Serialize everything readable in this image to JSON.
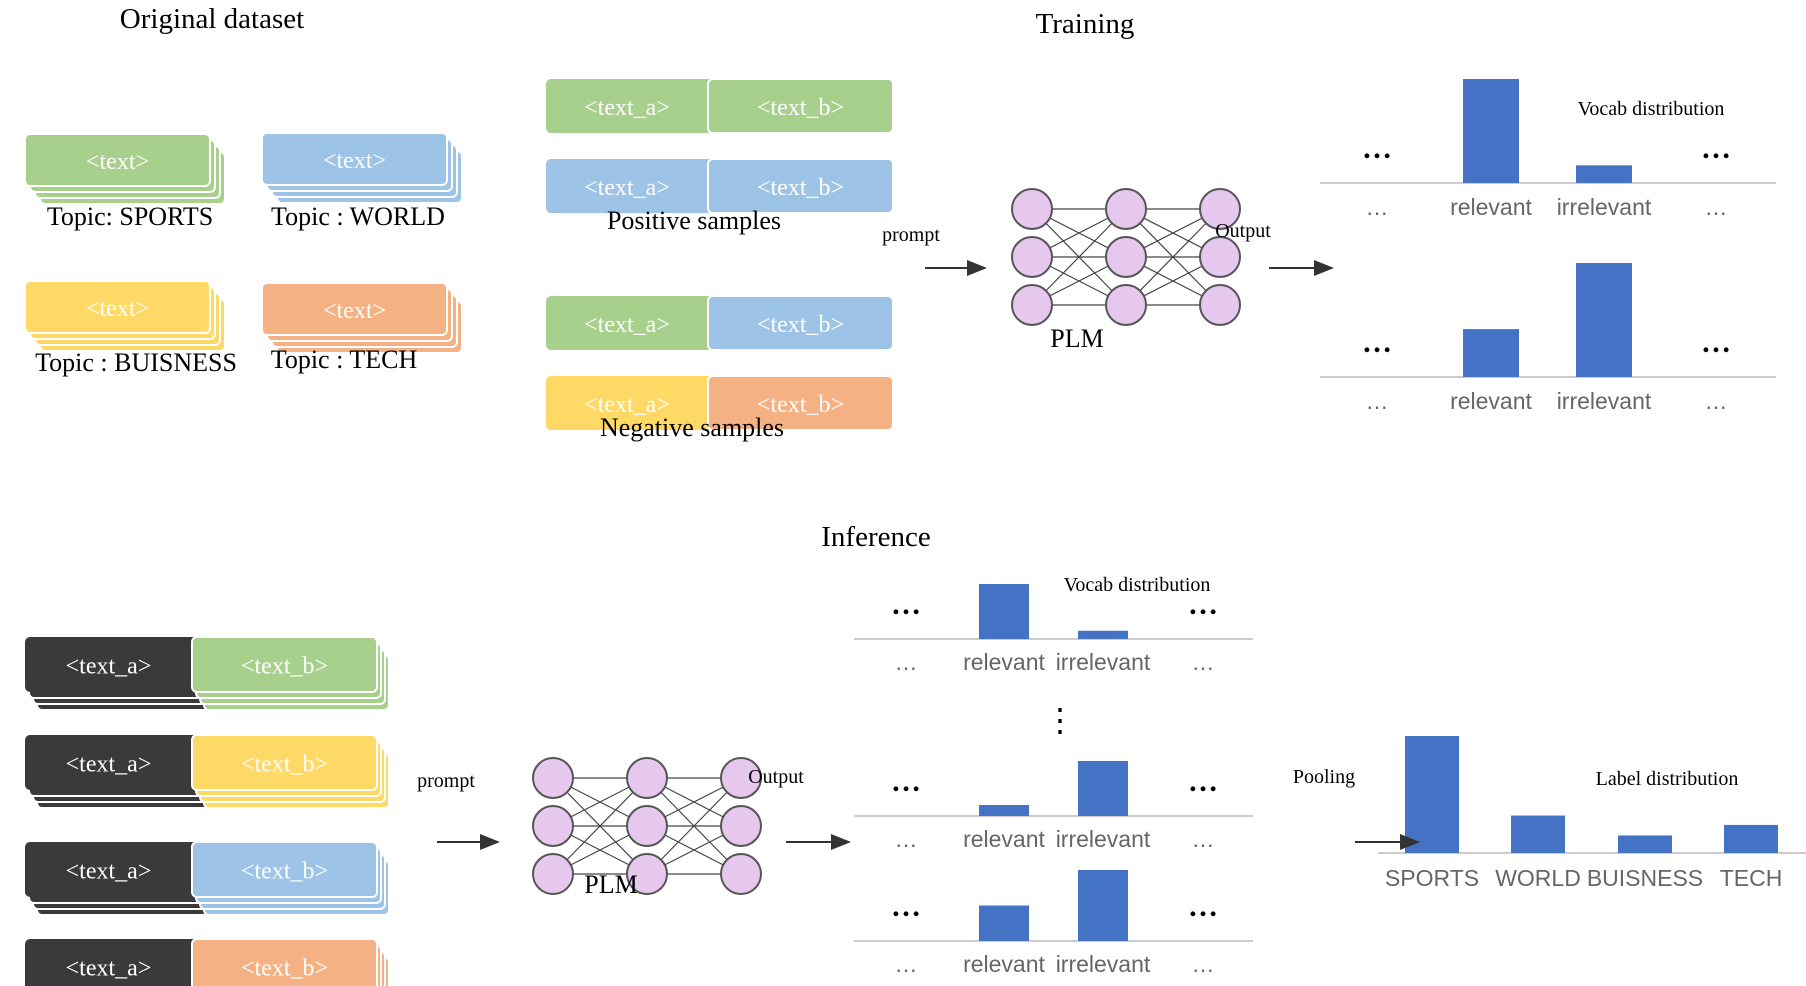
{
  "colors": {
    "green": "#a8d08d",
    "blue": "#9dc3e6",
    "yellow": "#ffd966",
    "orange": "#f4b183",
    "dark": "#3a3a3a",
    "bar": "#4472c4",
    "node_fill": "#e6c8ee",
    "node_stroke": "#555555",
    "axis": "#cccccc",
    "text": "#000000",
    "tick_text": "#666666"
  },
  "sections": {
    "original_title": "Original dataset",
    "training_title": "Training",
    "inference_title": "Inference"
  },
  "original_dataset": {
    "card_label": "<text>",
    "topics": [
      {
        "label": "Topic: SPORTS",
        "color": "green"
      },
      {
        "label": "Topic : WORLD",
        "color": "blue"
      },
      {
        "label": "Topic : BUISNESS",
        "color": "yellow"
      },
      {
        "label": "Topic : TECH",
        "color": "orange"
      }
    ]
  },
  "training": {
    "text_a": "<text_a>",
    "text_b": "<text_b>",
    "positive_label": "Positive samples",
    "negative_label": "Negative samples",
    "positive_pairs": [
      [
        "green",
        "green"
      ],
      [
        "blue",
        "blue"
      ]
    ],
    "negative_pairs": [
      [
        "green",
        "blue"
      ],
      [
        "yellow",
        "orange"
      ]
    ],
    "prompt_label": "prompt",
    "output_label": "Output",
    "plm_label": "PLM",
    "vocab_title": "Vocab distribution",
    "ellipsis": "…",
    "charts": [
      {
        "ticks": [
          "…",
          "relevant",
          "irrelevant",
          "…"
        ],
        "values": {
          "relevant": 1.0,
          "irrelevant": 0.17
        }
      },
      {
        "ticks": [
          "…",
          "relevant",
          "irrelevant",
          "…"
        ],
        "values": {
          "relevant": 0.42,
          "irrelevant": 1.0
        }
      }
    ]
  },
  "inference": {
    "text_a": "<text_a>",
    "text_b": "<text_b>",
    "stack_colors": [
      "green",
      "yellow",
      "blue",
      "orange"
    ],
    "prompt_label": "prompt",
    "output_label": "Output",
    "plm_label": "PLM",
    "vocab_title": "Vocab distribution",
    "pooling_label": "Pooling",
    "ellipsis": "…",
    "vdots": "⋮",
    "charts": [
      {
        "ticks": [
          "…",
          "relevant",
          "irrelevant",
          "…"
        ],
        "values": {
          "relevant": 1.0,
          "irrelevant": 0.15
        }
      },
      {
        "ticks": [
          "…",
          "relevant",
          "irrelevant",
          "…"
        ],
        "values": {
          "relevant": 0.2,
          "irrelevant": 1.0
        }
      },
      {
        "ticks": [
          "…",
          "relevant",
          "irrelevant",
          "…"
        ],
        "values": {
          "relevant": 0.5,
          "irrelevant": 1.0
        }
      }
    ]
  },
  "chart_data": {
    "type": "bar",
    "title": "Label distribution",
    "categories": [
      "SPORTS",
      "WORLD",
      "BUISNESS",
      "TECH"
    ],
    "values": [
      1.0,
      0.32,
      0.15,
      0.24
    ]
  }
}
